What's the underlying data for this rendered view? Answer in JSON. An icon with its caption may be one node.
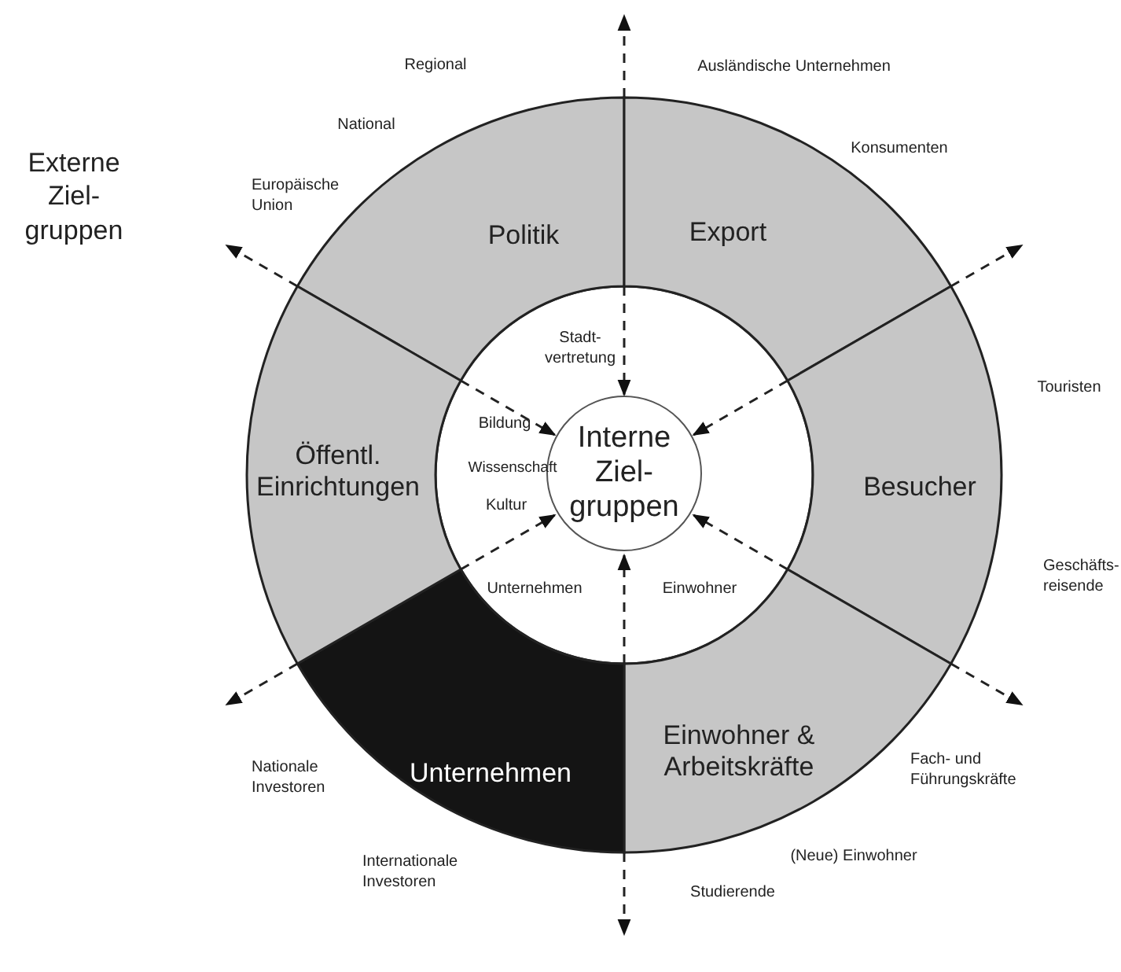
{
  "diagram": {
    "nodes": [
      {
        "text": [
          "Interne Ziel- gruppen"
        ]
      },
      {
        "text": [
          "Politik"
        ]
      },
      {
        "text": [
          "Export"
        ]
      },
      {
        "text": [
          "Besucher"
        ]
      },
      {
        "text": [
          "Einwohner & Arbeitskräfte"
        ]
      },
      {
        "text": [
          "Unternehmen"
        ]
      },
      {
        "text": [
          "Öffentl. Einrichtungen"
        ]
      }
    ],
    "edges": [
      {
        "from": 1,
        "to": 0,
        "arrow": "to",
        "style": "dashed"
      },
      {
        "from": 2,
        "to": 0,
        "arrow": "to",
        "style": "dashed"
      },
      {
        "from": 3,
        "to": 0,
        "arrow": "to",
        "style": "dashed"
      },
      {
        "from": 4,
        "to": 0,
        "arrow": "to",
        "style": "dashed"
      },
      {
        "from": 5,
        "to": 0,
        "arrow": "to",
        "style": "dashed"
      },
      {
        "from": 6,
        "to": 0,
        "arrow": "to",
        "style": "dashed"
      }
    ],
    "labels": [
      "Regional",
      "Ausländische Unternehmen",
      "National",
      "Konsumenten",
      "Externe Ziel- gruppen",
      "Europäische Union",
      "Stadt- vertretung",
      "Touristen",
      "Bildung",
      "Wissenschaft",
      "Kultur",
      "Geschäfts- reisende",
      "Unternehmen",
      "Einwohner",
      "Fach- und Führungskräfte",
      "Nationale Investoren",
      "(Neue) Einwohner",
      "Internationale Investoren",
      "Studierende"
    ]
  }
}
